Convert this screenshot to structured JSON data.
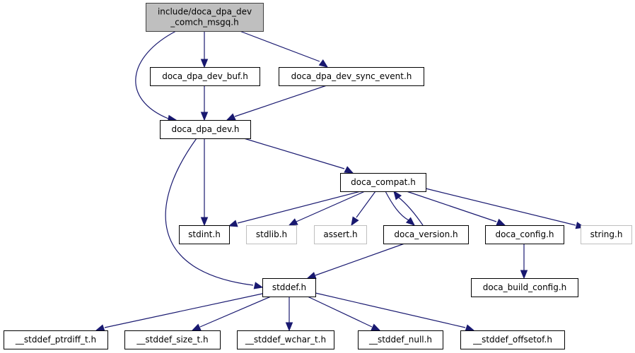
{
  "graph": {
    "title": "Include dependency graph for doca_dpa_dev_comch_msgq.h",
    "colors": {
      "edge": "#191970",
      "root_fill": "#bfbfbf",
      "root_border": "#404040",
      "node_fill": "#ffffff",
      "node_border": "#000000",
      "external_border": "#bfbfbf",
      "text": "#000000"
    },
    "nodes": [
      {
        "id": "root",
        "lines": [
          "include/doca_dpa_dev",
          "_comch_msgq.h"
        ],
        "kind": "root"
      },
      {
        "id": "dpa_dev_buf",
        "lines": [
          "doca_dpa_dev_buf.h"
        ],
        "kind": "internal"
      },
      {
        "id": "dpa_dev_sync_event",
        "lines": [
          "doca_dpa_dev_sync_event.h"
        ],
        "kind": "internal"
      },
      {
        "id": "dpa_dev",
        "lines": [
          "doca_dpa_dev.h"
        ],
        "kind": "internal"
      },
      {
        "id": "compat",
        "lines": [
          "doca_compat.h"
        ],
        "kind": "internal"
      },
      {
        "id": "stdint",
        "lines": [
          "stdint.h"
        ],
        "kind": "internal"
      },
      {
        "id": "stdlib",
        "lines": [
          "stdlib.h"
        ],
        "kind": "external"
      },
      {
        "id": "assert",
        "lines": [
          "assert.h"
        ],
        "kind": "external"
      },
      {
        "id": "version",
        "lines": [
          "doca_version.h"
        ],
        "kind": "internal"
      },
      {
        "id": "config",
        "lines": [
          "doca_config.h"
        ],
        "kind": "internal"
      },
      {
        "id": "string",
        "lines": [
          "string.h"
        ],
        "kind": "external"
      },
      {
        "id": "build_config",
        "lines": [
          "doca_build_config.h"
        ],
        "kind": "internal"
      },
      {
        "id": "stddef",
        "lines": [
          "stddef.h"
        ],
        "kind": "internal"
      },
      {
        "id": "ptrdiff",
        "lines": [
          "__stddef_ptrdiff_t.h"
        ],
        "kind": "internal"
      },
      {
        "id": "size_t",
        "lines": [
          "__stddef_size_t.h"
        ],
        "kind": "internal"
      },
      {
        "id": "wchar",
        "lines": [
          "__stddef_wchar_t.h"
        ],
        "kind": "internal"
      },
      {
        "id": "null",
        "lines": [
          "__stddef_null.h"
        ],
        "kind": "internal"
      },
      {
        "id": "offsetof",
        "lines": [
          "__stddef_offsetof.h"
        ],
        "kind": "internal"
      }
    ],
    "edges": [
      {
        "from": "root",
        "to": "dpa_dev"
      },
      {
        "from": "root",
        "to": "dpa_dev_buf"
      },
      {
        "from": "root",
        "to": "dpa_dev_sync_event"
      },
      {
        "from": "dpa_dev_buf",
        "to": "dpa_dev"
      },
      {
        "from": "dpa_dev_sync_event",
        "to": "dpa_dev"
      },
      {
        "from": "dpa_dev",
        "to": "compat"
      },
      {
        "from": "dpa_dev",
        "to": "stdint"
      },
      {
        "from": "dpa_dev",
        "to": "stddef"
      },
      {
        "from": "compat",
        "to": "stdint"
      },
      {
        "from": "compat",
        "to": "stdlib"
      },
      {
        "from": "compat",
        "to": "assert"
      },
      {
        "from": "compat",
        "to": "version"
      },
      {
        "from": "compat",
        "to": "config"
      },
      {
        "from": "compat",
        "to": "string"
      },
      {
        "from": "version",
        "to": "compat"
      },
      {
        "from": "version",
        "to": "stddef"
      },
      {
        "from": "config",
        "to": "build_config"
      },
      {
        "from": "stddef",
        "to": "ptrdiff"
      },
      {
        "from": "stddef",
        "to": "size_t"
      },
      {
        "from": "stddef",
        "to": "wchar"
      },
      {
        "from": "stddef",
        "to": "null"
      },
      {
        "from": "stddef",
        "to": "offsetof"
      }
    ]
  }
}
